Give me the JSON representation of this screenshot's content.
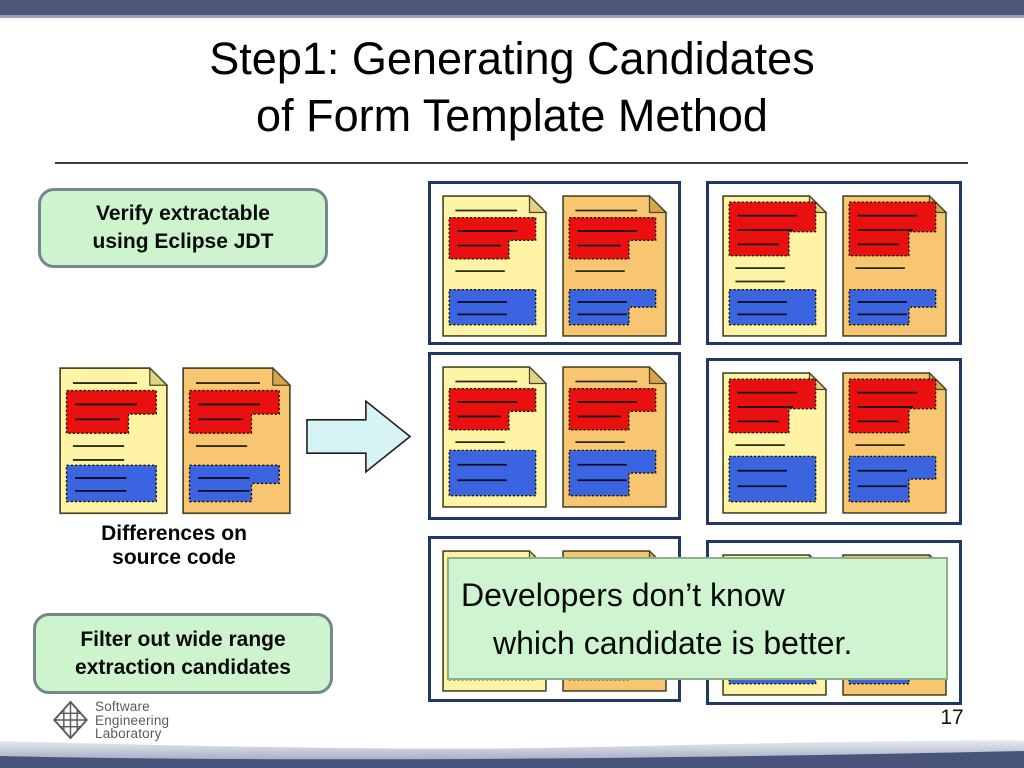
{
  "page": {
    "title_line1": "Step1: Generating Candidates",
    "title_line2": "of Form Template Method",
    "page_number": "17"
  },
  "callouts": {
    "verify_line1": "Verify extractable",
    "verify_line2": "using Eclipse JDT",
    "filter_line1": "Filter out wide range",
    "filter_line2": "extraction candidates",
    "note_line1": "Developers don’t know",
    "note_line2": "which candidate is better."
  },
  "labels": {
    "source_caption_line1": "Differences on",
    "source_caption_line2": "source code"
  },
  "logo": {
    "line1": "Software",
    "line2": "Engineering",
    "line3": "Laboratory"
  },
  "colors": {
    "accent_bar": "#4D5878",
    "accent_bar_edge": "#99A1B6",
    "callout_fill": "#CDF4CD",
    "callout_border": "#75868C",
    "note_fill": "#CFF5D0",
    "note_border": "#8FAE8F",
    "cell_border": "#1F3864",
    "page_yellow": "#FFF3A6",
    "page_yellow_fold": "#E2D286",
    "page_orange": "#F8C670",
    "page_orange_fold": "#D8A44C",
    "doc_outline": "#4A4A28",
    "highlight_red": "#EA1010",
    "highlight_blue": "#3B64E0",
    "arrow_fill": "#D6F4F6",
    "wave_dark": "#49547B",
    "wave_light": "#D8DBE3",
    "logo_gray": "#5A5A5A"
  },
  "diagram": {
    "source_pair": {
      "caption": "Differences on source code",
      "docs": [
        {
          "page": "yellow",
          "topLine": true,
          "redTop": false,
          "redLines": 2,
          "midLines": 2,
          "blueStep": false,
          "blueTall": false
        },
        {
          "page": "orange",
          "topLine": true,
          "redTop": false,
          "redLines": 2,
          "midLines": 1,
          "blueStep": true,
          "blueTall": false
        }
      ]
    },
    "candidates": [
      {
        "name": "candidate-1",
        "docs": [
          {
            "page": "yellow",
            "topLine": true,
            "redTop": false,
            "redLines": 2,
            "midLines": 1,
            "blueStep": false,
            "blueTall": false
          },
          {
            "page": "orange",
            "topLine": true,
            "redTop": false,
            "redLines": 2,
            "midLines": 1,
            "blueStep": true,
            "blueTall": false
          }
        ]
      },
      {
        "name": "candidate-2",
        "docs": [
          {
            "page": "yellow",
            "topLine": false,
            "redTop": true,
            "redLines": 3,
            "midLines": 2,
            "blueStep": false,
            "blueTall": false
          },
          {
            "page": "orange",
            "topLine": false,
            "redTop": true,
            "redLines": 3,
            "midLines": 1,
            "blueStep": true,
            "blueTall": false
          }
        ]
      },
      {
        "name": "candidate-3",
        "docs": [
          {
            "page": "yellow",
            "topLine": true,
            "redTop": false,
            "redLines": 2,
            "midLines": 1,
            "blueStep": false,
            "blueTall": true
          },
          {
            "page": "orange",
            "topLine": true,
            "redTop": false,
            "redLines": 2,
            "midLines": 1,
            "blueStep": true,
            "blueTall": true
          }
        ]
      },
      {
        "name": "candidate-4",
        "docs": [
          {
            "page": "yellow",
            "topLine": false,
            "redTop": true,
            "redLines": 3,
            "midLines": 1,
            "blueStep": false,
            "blueTall": true
          },
          {
            "page": "orange",
            "topLine": false,
            "redTop": true,
            "redLines": 3,
            "midLines": 1,
            "blueStep": true,
            "blueTall": true
          }
        ]
      },
      {
        "name": "candidate-5",
        "docs": [
          {
            "page": "yellow",
            "topLine": true,
            "redTop": false,
            "redLines": 2,
            "midLines": 1,
            "blueStep": false,
            "blueTall": false
          },
          {
            "page": "orange",
            "topLine": true,
            "redTop": false,
            "redLines": 2,
            "midLines": 1,
            "blueStep": true,
            "blueTall": false
          }
        ]
      },
      {
        "name": "candidate-6",
        "docs": [
          {
            "page": "yellow",
            "topLine": false,
            "redTop": true,
            "redLines": 3,
            "midLines": 2,
            "blueStep": false,
            "blueTall": false
          },
          {
            "page": "orange",
            "topLine": false,
            "redTop": true,
            "redLines": 3,
            "midLines": 1,
            "blueStep": true,
            "blueTall": false
          }
        ]
      }
    ]
  }
}
